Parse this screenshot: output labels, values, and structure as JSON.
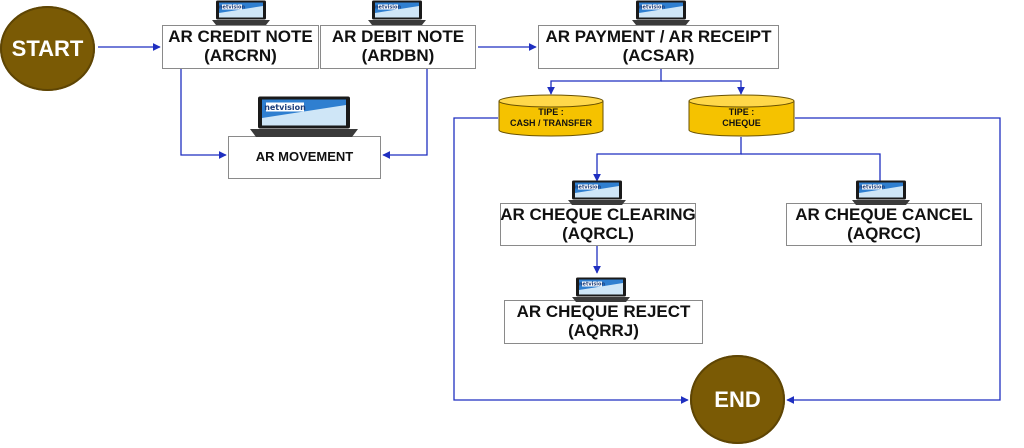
{
  "start": {
    "label": "START"
  },
  "end": {
    "label": "END"
  },
  "nodes": {
    "ar_credit_note": {
      "title": "AR CREDIT NOTE",
      "code": "(ARCRN)"
    },
    "ar_debit_note": {
      "title": "AR DEBIT NOTE",
      "code": "(ARDBN)"
    },
    "ar_payment": {
      "title": "AR PAYMENT / AR RECEIPT",
      "code": "(ACSAR)"
    },
    "ar_movement": {
      "title": "AR MOVEMENT"
    },
    "ar_cheque_clearing": {
      "title": "AR CHEQUE CLEARING",
      "code": "(AQRCL)"
    },
    "ar_cheque_cancel": {
      "title": "AR CHEQUE CANCEL",
      "code": "(AQRCC)"
    },
    "ar_cheque_reject": {
      "title": "AR CHEQUE REJECT",
      "code": "(AQRRJ)"
    }
  },
  "types": {
    "cash": {
      "line1": "TIPE :",
      "line2": "CASH / TRANSFER"
    },
    "cheque": {
      "line1": "TIPE :",
      "line2": "CHEQUE"
    }
  },
  "laptop": {
    "icon": "netvision-laptop-icon",
    "brand": "netvision"
  },
  "colors": {
    "circle": "#7a5a05",
    "arrow": "#1f2fc0",
    "cylinder": "#f5c200",
    "box_border": "#8a8a8a"
  }
}
